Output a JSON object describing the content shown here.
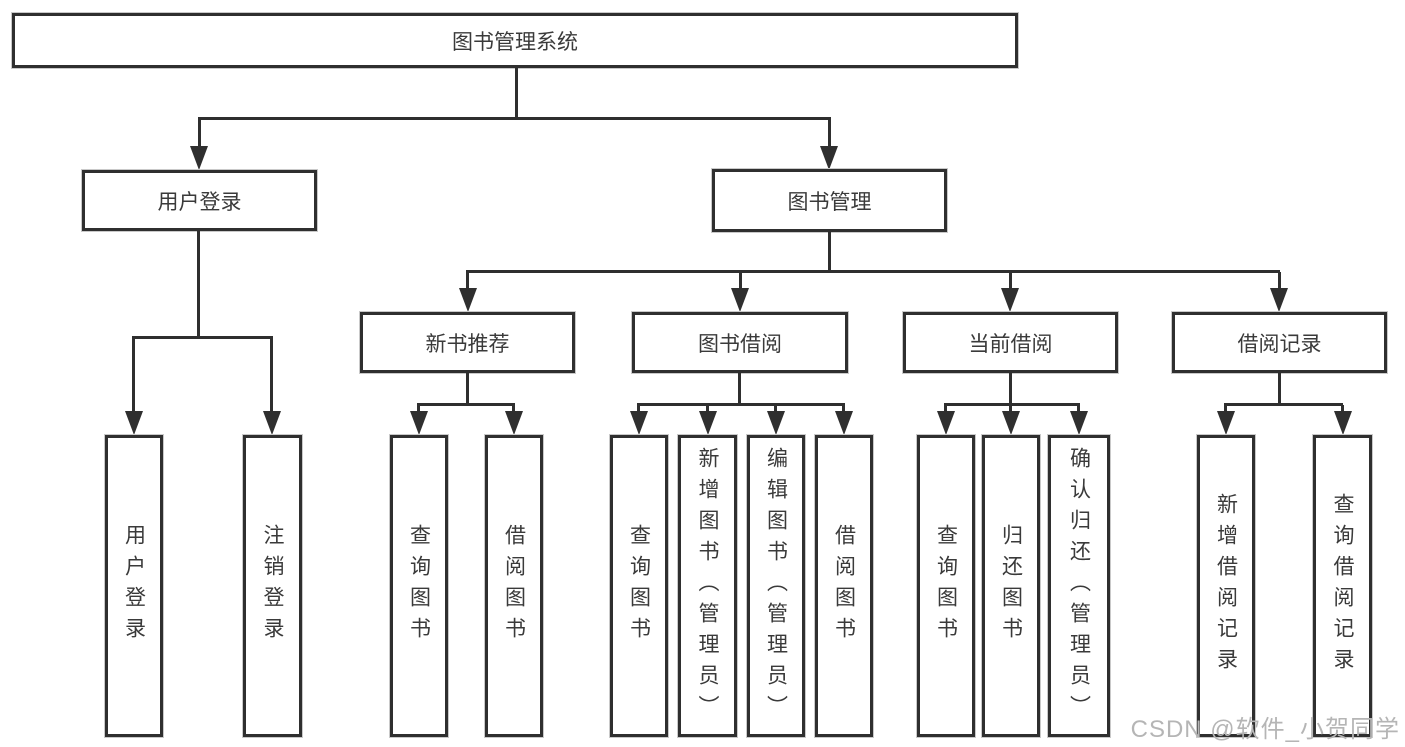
{
  "tree": {
    "root": {
      "label": "图书管理系统"
    },
    "children": [
      {
        "label": "用户登录",
        "children": [
          {
            "label": "用户登录"
          },
          {
            "label": "注销登录"
          }
        ]
      },
      {
        "label": "图书管理",
        "children": [
          {
            "label": "新书推荐",
            "children": [
              {
                "label": "查询图书"
              },
              {
                "label": "借阅图书"
              }
            ]
          },
          {
            "label": "图书借阅",
            "children": [
              {
                "label": "查询图书"
              },
              {
                "label": "新增图书（管理员）"
              },
              {
                "label": "编辑图书（管理员）"
              },
              {
                "label": "借阅图书"
              }
            ]
          },
          {
            "label": "当前借阅",
            "children": [
              {
                "label": "查询图书"
              },
              {
                "label": "归还图书"
              },
              {
                "label": "确认归还（管理员）"
              }
            ]
          },
          {
            "label": "借阅记录",
            "children": [
              {
                "label": "新增借阅记录"
              },
              {
                "label": "查询借阅记录"
              }
            ]
          }
        ]
      }
    ]
  },
  "watermark": {
    "text": "CSDN @软件_小贺同学"
  },
  "colors": {
    "line": "#2f2f2f",
    "text": "#3a3a3a",
    "background": "#ffffff",
    "watermark": "#b5b5b5"
  }
}
